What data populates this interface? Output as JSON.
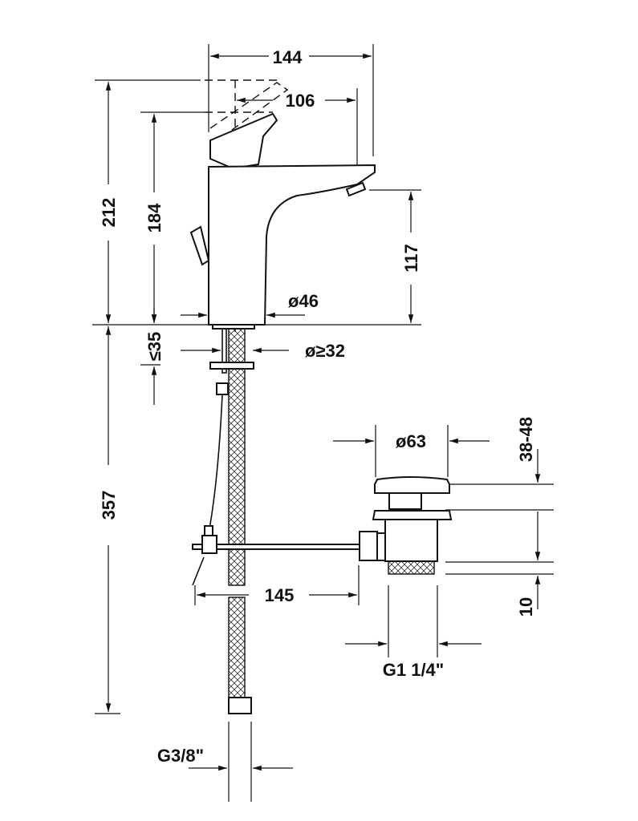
{
  "dimensions": {
    "width_overall": "144",
    "lever_reach": "106",
    "height_total": "212",
    "height_lever": "184",
    "spout_height": "117",
    "body_diameter": "ø46",
    "hole_diameter": "ø≥32",
    "deck_thickness": "≤35",
    "below_deck": "357",
    "drain_diameter": "ø63",
    "drain_range": "38-48",
    "drain_thread_len": "10",
    "rod_length": "145",
    "drain_thread": "G1 1/4\"",
    "supply_thread": "G3/8\""
  }
}
